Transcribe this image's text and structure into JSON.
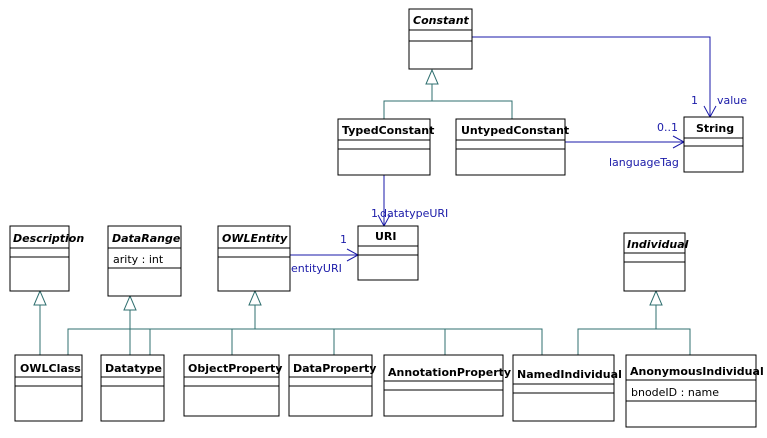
{
  "classes": {
    "constant": {
      "name": "Constant",
      "abstract": true
    },
    "typed_constant": {
      "name": "TypedConstant"
    },
    "untyped_constant": {
      "name": "UntypedConstant"
    },
    "string": {
      "name": "String"
    },
    "uri": {
      "name": "URI"
    },
    "description": {
      "name": "Description",
      "abstract": true
    },
    "data_range": {
      "name": "DataRange",
      "abstract": true,
      "attributes": [
        "arity : int"
      ]
    },
    "owl_entity": {
      "name": "OWLEntity",
      "abstract": true
    },
    "individual": {
      "name": "Individual",
      "abstract": true
    },
    "owl_class": {
      "name": "OWLClass"
    },
    "datatype": {
      "name": "Datatype"
    },
    "object_property": {
      "name": "ObjectProperty"
    },
    "data_property": {
      "name": "DataProperty"
    },
    "annotation_property": {
      "name": "AnnotationProperty"
    },
    "named_individual": {
      "name": "NamedIndividual"
    },
    "anonymous_individual": {
      "name": "AnonymousIndividual",
      "attributes": [
        "bnodeID : name"
      ]
    }
  },
  "associations": {
    "value": {
      "multiplicity": "1",
      "role": "value"
    },
    "language_tag": {
      "multiplicity": "0..1",
      "role": "languageTag"
    },
    "datatype_uri": {
      "multiplicity": "1",
      "role": "datatypeURI"
    },
    "entity_uri": {
      "multiplicity": "1",
      "role": "entityURI"
    }
  },
  "colors": {
    "generalization": "#2f6f6f",
    "association": "#1a1aa8",
    "class_border": "#000000"
  }
}
